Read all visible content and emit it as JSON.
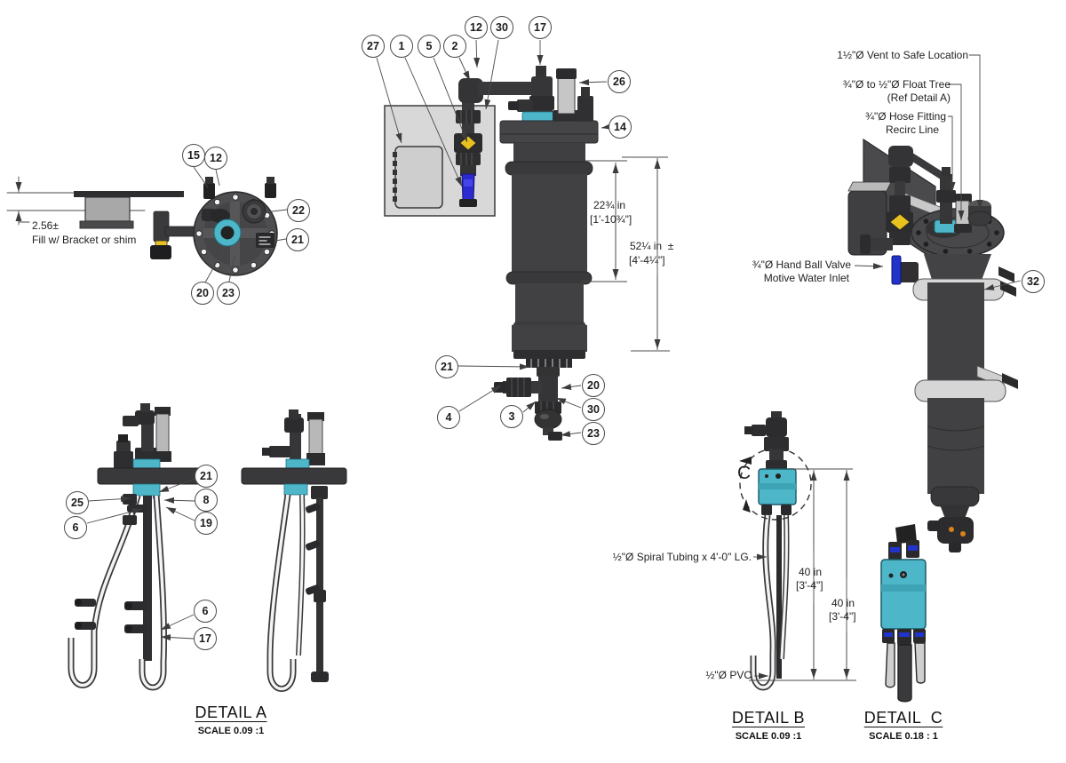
{
  "drawing_type": "assembly detail drawing",
  "colors": {
    "accent_cyan": "#4db7c9",
    "valve_blue": "#2a2ace",
    "valve_yellow": "#e8c11f",
    "part_dark_gray": "#414143",
    "panel_light_gray": "#d8d8d8",
    "line": "#4a4a4a"
  },
  "callouts": [
    {
      "n": "15"
    },
    {
      "n": "12"
    },
    {
      "n": "22"
    },
    {
      "n": "21"
    },
    {
      "n": "20"
    },
    {
      "n": "23"
    },
    {
      "n": "27"
    },
    {
      "n": "1"
    },
    {
      "n": "5"
    },
    {
      "n": "2"
    },
    {
      "n": "12"
    },
    {
      "n": "30"
    },
    {
      "n": "17"
    },
    {
      "n": "26"
    },
    {
      "n": "14"
    },
    {
      "n": "21"
    },
    {
      "n": "4"
    },
    {
      "n": "3"
    },
    {
      "n": "20"
    },
    {
      "n": "30"
    },
    {
      "n": "23"
    },
    {
      "n": "32"
    },
    {
      "n": "21"
    },
    {
      "n": "25"
    },
    {
      "n": "8"
    },
    {
      "n": "6"
    },
    {
      "n": "19"
    },
    {
      "n": "6"
    },
    {
      "n": "17"
    }
  ],
  "labels": {
    "fill_dim": "2.56±",
    "fill_note": "Fill w/ Bracket or shim",
    "dim_upper_in": "22¾ in",
    "dim_upper_ft": "[1'-10¾\"]",
    "dim_total_in": "52¼ in  ±",
    "dim_total_ft": "[4'-4¼\"]",
    "vent": "1½\"Ø Vent to Safe Location",
    "float_tree": "¾\"Ø to ½\"Ø Float Tree",
    "float_tree_ref": "(Ref Detail A)",
    "hose_fitting": "¾\"Ø Hose Fitting",
    "recirc": "Recirc Line",
    "hand_valve": "¾\"Ø Hand Ball Valve",
    "motive": "Motive Water Inlet",
    "spiral": "½\"Ø Spiral Tubing x 4'-0\" LG.",
    "tube_len1_in": "40 in",
    "tube_len1_ft": "[3'-4\"]",
    "tube_len2_in": "40 in",
    "tube_len2_ft": "[3'-4\"]",
    "pvc": "½\"Ø PVC",
    "section_c": "C"
  },
  "details": {
    "a": {
      "title": "DETAIL A",
      "scale": "SCALE 0.09 :1"
    },
    "b": {
      "title": "DETAIL B",
      "scale": "SCALE 0.09 :1"
    },
    "c": {
      "title": "DETAIL  C",
      "scale": "SCALE 0.18 : 1"
    }
  }
}
